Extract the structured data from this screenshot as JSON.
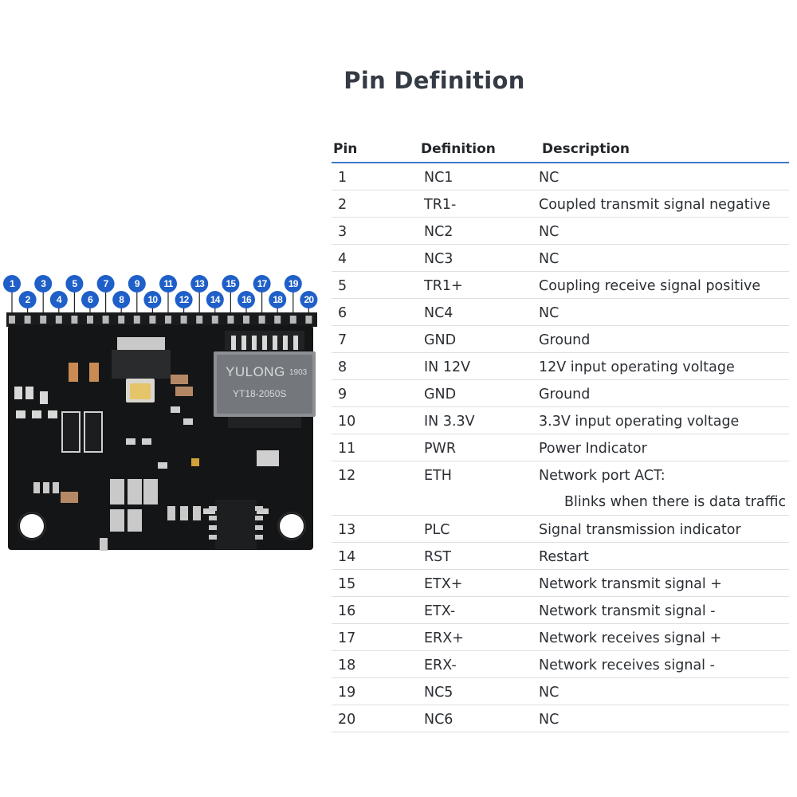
{
  "title": "Pin Definition",
  "table": {
    "headers": {
      "pin": "Pin",
      "definition": "Definition",
      "description": "Description"
    },
    "rows": [
      {
        "pin": "1",
        "definition": "NC1",
        "description": "NC"
      },
      {
        "pin": "2",
        "definition": "TR1-",
        "description": "Coupled transmit signal negative"
      },
      {
        "pin": "3",
        "definition": "NC2",
        "description": "NC"
      },
      {
        "pin": "4",
        "definition": "NC3",
        "description": "NC"
      },
      {
        "pin": "5",
        "definition": "TR1+",
        "description": "Coupling receive signal positive"
      },
      {
        "pin": "6",
        "definition": "NC4",
        "description": "NC"
      },
      {
        "pin": "7",
        "definition": "GND",
        "description": "Ground"
      },
      {
        "pin": "8",
        "definition": "IN 12V",
        "description": "12V input operating voltage"
      },
      {
        "pin": "9",
        "definition": "GND",
        "description": "Ground"
      },
      {
        "pin": "10",
        "definition": "IN 3.3V",
        "description": "3.3V input operating voltage"
      },
      {
        "pin": "11",
        "definition": "PWR",
        "description": "Power Indicator"
      },
      {
        "pin": "12",
        "definition": "ETH",
        "description": "Network port ACT:",
        "description2": "Blinks when there is data traffic"
      },
      {
        "pin": "13",
        "definition": "PLC",
        "description": "Signal transmission indicator"
      },
      {
        "pin": "14",
        "definition": "RST",
        "description": "Restart"
      },
      {
        "pin": "15",
        "definition": "ETX+",
        "description": "Network transmit signal +"
      },
      {
        "pin": "16",
        "definition": "ETX-",
        "description": "Network transmit signal -"
      },
      {
        "pin": "17",
        "definition": "ERX+",
        "description": "Network receives signal +"
      },
      {
        "pin": "18",
        "definition": "ERX-",
        "description": "Network receives signal -"
      },
      {
        "pin": "19",
        "definition": "NC5",
        "description": "NC"
      },
      {
        "pin": "20",
        "definition": "NC6",
        "description": "NC"
      }
    ]
  },
  "board": {
    "pin_labels": [
      "1",
      "2",
      "3",
      "4",
      "5",
      "6",
      "7",
      "8",
      "9",
      "10",
      "11",
      "12",
      "13",
      "14",
      "15",
      "16",
      "17",
      "18",
      "19",
      "20"
    ],
    "transformer_brand": "YULONG",
    "transformer_code": "1903",
    "transformer_model": "YT18-2050S",
    "badge_color": "#1f5fc8",
    "board_color": "#141516"
  }
}
